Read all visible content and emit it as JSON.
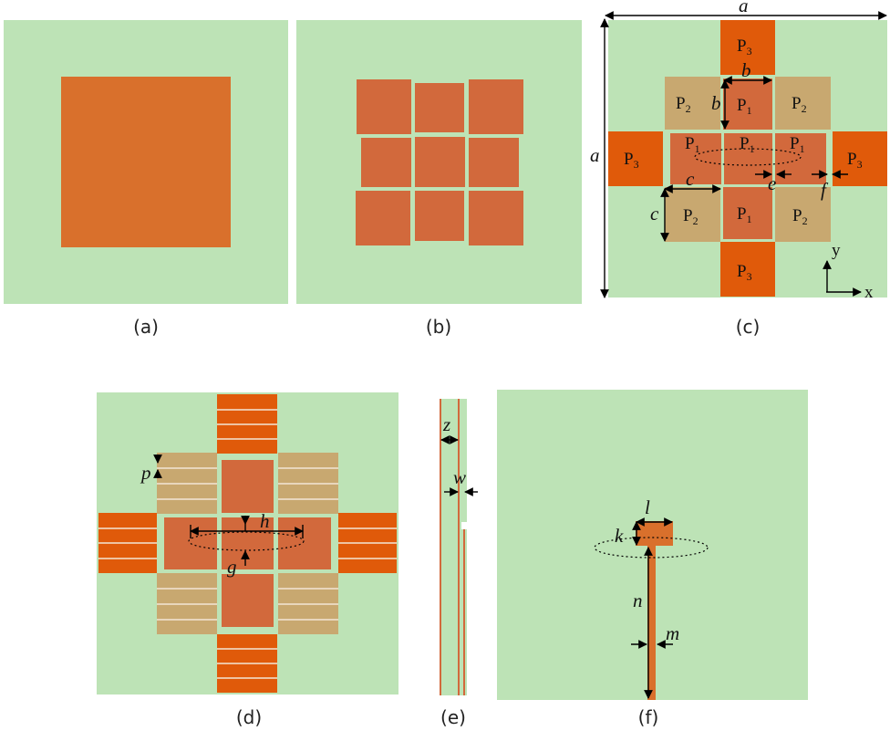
{
  "colors": {
    "substrate": "#bde3b6",
    "p1": "#d2693c",
    "p2": "#c8a870",
    "p3": "#e05a0a",
    "patch": "#d9702c",
    "line": "#000000"
  },
  "captions": {
    "a": "(a)",
    "b": "(b)",
    "c": "(c)",
    "d": "(d)",
    "e": "(e)",
    "f": "(f)"
  },
  "patch_labels": {
    "p_letter": "P",
    "p1_sub": "1",
    "p2_sub": "2",
    "p3_sub": "3"
  },
  "dims": {
    "a": "a",
    "b": "b",
    "c": "c",
    "e": "e",
    "f": "f",
    "g": "g",
    "h": "h",
    "p": "p",
    "z": "z",
    "w": "w",
    "k": "k",
    "l": "l",
    "m": "m",
    "n": "n"
  },
  "axes": {
    "x": "x",
    "y": "y"
  }
}
